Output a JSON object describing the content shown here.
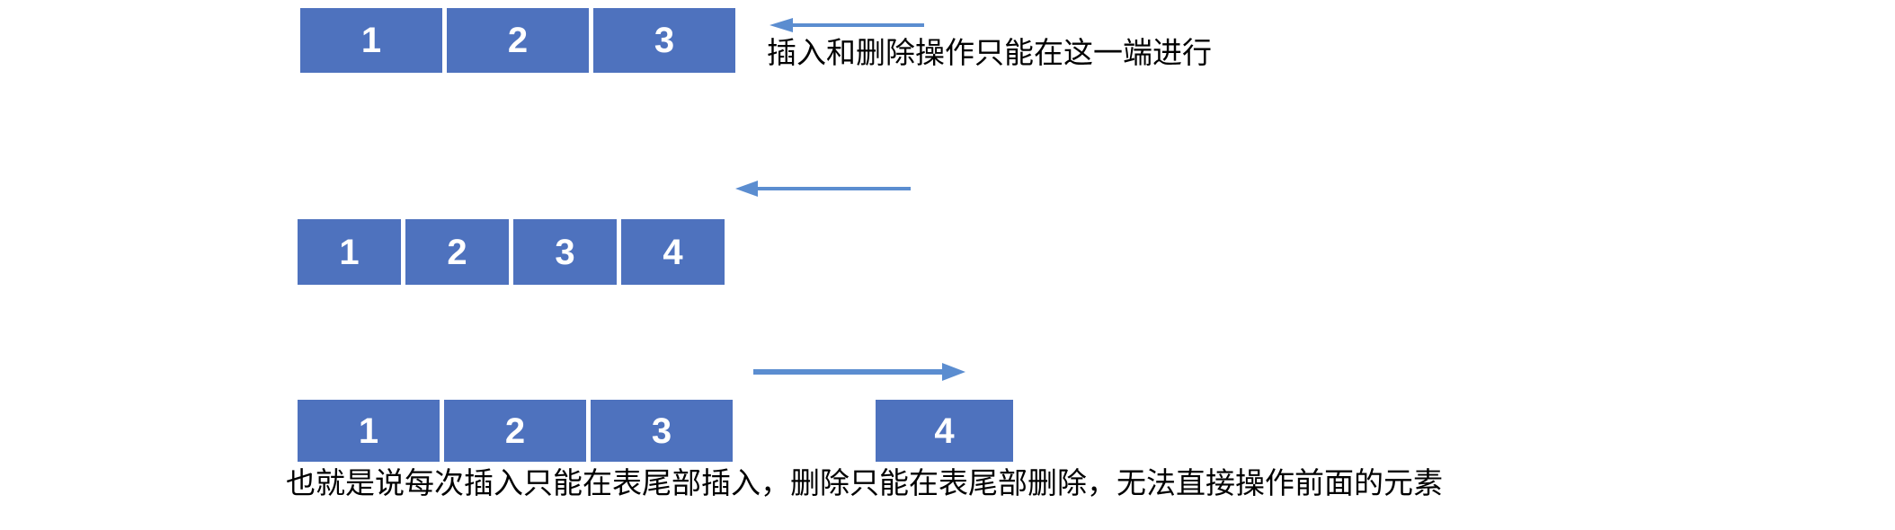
{
  "diagram": {
    "title": "sequential-list-tail-operations",
    "colors": {
      "cell_fill": "#4E72BE",
      "cell_text": "#FFFFFF",
      "arrow": "#5B8DD0",
      "caption_text": "#000000",
      "background": "#FFFFFF"
    },
    "rows": [
      {
        "id": "row-initial",
        "cells": [
          {
            "label": "1"
          },
          {
            "label": "2"
          },
          {
            "label": "3"
          }
        ],
        "arrow": {
          "name": "left-arrow-top",
          "direction": "left",
          "icon": "arrow-left-icon"
        },
        "caption": "插入和删除操作只能在这一端进行"
      },
      {
        "id": "row-after-insert",
        "cells": [
          {
            "label": "1"
          },
          {
            "label": "2"
          },
          {
            "label": "3"
          },
          {
            "label": "4"
          }
        ],
        "arrow": {
          "name": "left-arrow-insert",
          "direction": "left",
          "icon": "arrow-left-icon"
        }
      },
      {
        "id": "row-after-delete",
        "cells": [
          {
            "label": "1"
          },
          {
            "label": "2"
          },
          {
            "label": "3"
          }
        ],
        "detached_cell": {
          "label": "4"
        },
        "arrow": {
          "name": "right-arrow-delete",
          "direction": "right",
          "icon": "arrow-right-icon"
        }
      }
    ],
    "caption_bottom": "也就是说每次插入只能在表尾部插入，删除只能在表尾部删除，无法直接操作前面的元素"
  }
}
